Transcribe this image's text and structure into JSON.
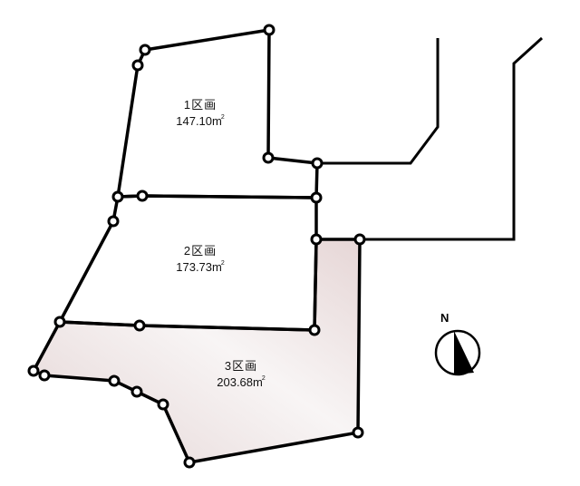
{
  "colors": {
    "line": "#000000",
    "vertex_fill": "#ffffff",
    "lot3_fill_light": "#f7f3f3",
    "lot3_fill_dark": "#e6d6d6",
    "background": "#ffffff"
  },
  "lots": [
    {
      "id": "1",
      "name": "1区画",
      "area": "147.10m",
      "area_unit_sup": "2",
      "highlighted": false
    },
    {
      "id": "2",
      "name": "2区画",
      "area": "173.73m",
      "area_unit_sup": "2",
      "highlighted": false
    },
    {
      "id": "3",
      "name": "3区画",
      "area": "203.68m",
      "area_unit_sup": "2",
      "highlighted": true
    }
  ],
  "compass": {
    "label": "N",
    "icon": "north-arrow-icon"
  }
}
